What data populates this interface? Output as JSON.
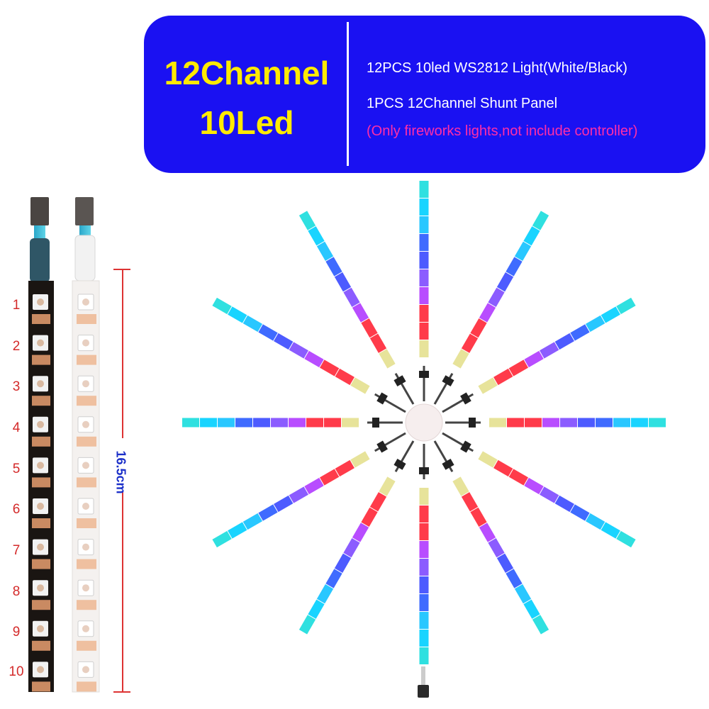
{
  "banner": {
    "title_line1": "12Channel",
    "title_line2": "10Led",
    "spec_line1": "12PCS 10led WS2812 Light(White/Black)",
    "spec_line2": "1PCS 12Channel Shunt Panel",
    "spec_line3": "(Only fireworks lights,not include controller)"
  },
  "strips": {
    "led_numbers": [
      "1",
      "2",
      "3",
      "4",
      "5",
      "6",
      "7",
      "8",
      "9",
      "10"
    ],
    "length_label": "16.5cm",
    "variants": [
      "black",
      "white"
    ]
  },
  "firework": {
    "arm_count": 12,
    "leds_per_arm": 10,
    "led_colors": [
      "#e7e39a",
      "#ff3b4a",
      "#ff3b4a",
      "#b84dff",
      "#8b5cff",
      "#4d5bff",
      "#3f6bff",
      "#29c7ff",
      "#19d4ff",
      "#2fe0e0"
    ]
  },
  "colors": {
    "banner_bg": "#1a11f2",
    "title_yellow": "#ffea00",
    "note_pink": "#ff2ea8",
    "number_red": "#d42a2a",
    "dimension_blue": "#1b2fc9"
  }
}
